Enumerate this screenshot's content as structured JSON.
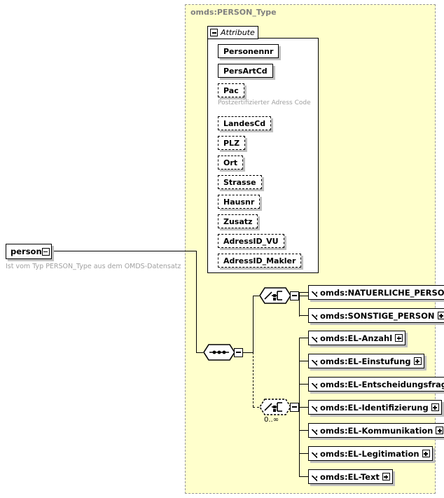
{
  "diagram": {
    "type": "xml-schema",
    "root_element": {
      "name": "person",
      "annotation": "Ist vom Typ PERSON_Type aus dem OMDS-Datensatz",
      "toggle": "minus"
    },
    "complex_type": {
      "label": "omds:PERSON_Type"
    },
    "attribute_section": {
      "label": "Attribute",
      "toggle": "minus",
      "attributes": [
        {
          "name": "Personennr",
          "required": true,
          "annotation": ""
        },
        {
          "name": "PersArtCd",
          "required": true,
          "annotation": ""
        },
        {
          "name": "Pac",
          "required": false,
          "annotation": "Postzertifizierter Adress Code"
        },
        {
          "name": "LandesCd",
          "required": false,
          "annotation": ""
        },
        {
          "name": "PLZ",
          "required": false,
          "annotation": ""
        },
        {
          "name": "Ort",
          "required": false,
          "annotation": ""
        },
        {
          "name": "Strasse",
          "required": false,
          "annotation": ""
        },
        {
          "name": "Hausnr",
          "required": false,
          "annotation": ""
        },
        {
          "name": "Zusatz",
          "required": false,
          "annotation": ""
        },
        {
          "name": "AdressID_VU",
          "required": false,
          "annotation": ""
        },
        {
          "name": "AdressID_Makler",
          "required": false,
          "annotation": ""
        }
      ]
    },
    "compositors": {
      "sequence": {
        "kind": "sequence",
        "toggle": "minus",
        "cardinality": ""
      },
      "choice_person": {
        "kind": "choice",
        "toggle": "minus",
        "cardinality": ""
      },
      "choice_el": {
        "kind": "choice",
        "toggle": "minus",
        "cardinality": "0..∞",
        "optional": true
      }
    },
    "person_choice_elements": [
      {
        "name": "omds:NATUERLICHE_PERSON",
        "toggle": "plus"
      },
      {
        "name": "omds:SONSTIGE_PERSON",
        "toggle": "plus"
      }
    ],
    "el_choice_elements": [
      {
        "name": "omds:EL-Anzahl",
        "toggle": "plus"
      },
      {
        "name": "omds:EL-Einstufung",
        "toggle": "plus"
      },
      {
        "name": "omds:EL-Entscheidungsfrage",
        "toggle": "plus"
      },
      {
        "name": "omds:EL-Identifizierung",
        "toggle": "plus"
      },
      {
        "name": "omds:EL-Kommunikation",
        "toggle": "plus"
      },
      {
        "name": "omds:EL-Legitimation",
        "toggle": "plus"
      },
      {
        "name": "omds:EL-Text",
        "toggle": "plus"
      }
    ],
    "colors": {
      "type_background": "#ffffcc",
      "type_border": "#999999",
      "box_border": "#000000",
      "shadow": "#c0c0c0",
      "annotation_text": "#a0a0a0",
      "type_label_text": "#808080"
    }
  }
}
